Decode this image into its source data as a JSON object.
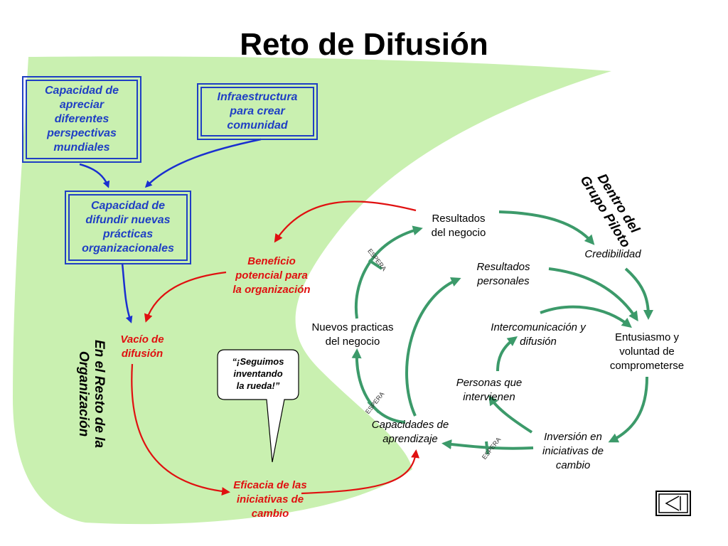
{
  "title": "Reto de Difusión",
  "regions": {
    "inside_pilot": [
      "Dentro del",
      "Grupo Piloto"
    ],
    "rest_org": [
      "En el Resto de la",
      "Organización"
    ]
  },
  "boxes": {
    "appreciate": [
      "Capacidad de",
      "apreciar",
      "diferentes",
      "perspectivas",
      "mundiales"
    ],
    "infra": [
      "Infraestructura",
      "para crear",
      "comunidad"
    ],
    "diffuse": [
      "Capacidad de",
      "difundir nuevas",
      "prácticas",
      "organizacionales"
    ]
  },
  "red_labels": {
    "benefit": [
      "Beneficio",
      "potencial para",
      "la organización"
    ],
    "gap": [
      "Vacío de",
      "difusión"
    ],
    "efficacy": [
      "Eficacia de las",
      "iniciativas de",
      "cambio"
    ]
  },
  "callout": [
    "“¡Seguimos",
    "inventando",
    "la rueda!”"
  ],
  "cycle_labels": {
    "business_results": [
      "Resultados",
      "del negocio"
    ],
    "credibility": [
      "Credibilidad"
    ],
    "personal_results": [
      "Resultados",
      "personales"
    ],
    "new_practices": [
      "Nuevos practicas",
      "del negocio"
    ],
    "intercom": [
      "Intercomunicación y",
      "difusión"
    ],
    "enthusiasm": [
      "Entusiasmo y",
      "voluntad de",
      "comprometerse"
    ],
    "people": [
      "Personas que",
      "intervienen"
    ],
    "learning": [
      "Capacidades de",
      "aprendizaje"
    ],
    "investment": [
      "Inversión en",
      "iniciativas de",
      "cambio"
    ]
  },
  "delay_label": "ESPERA",
  "colors": {
    "region_fill": "#c9f0b0",
    "box_blue": "#1f3fc4",
    "arrow_blue": "#1a2fd0",
    "arrow_red": "#e01010",
    "arrow_green": "#3c9a6a"
  },
  "nav_icon": "play-back-icon"
}
